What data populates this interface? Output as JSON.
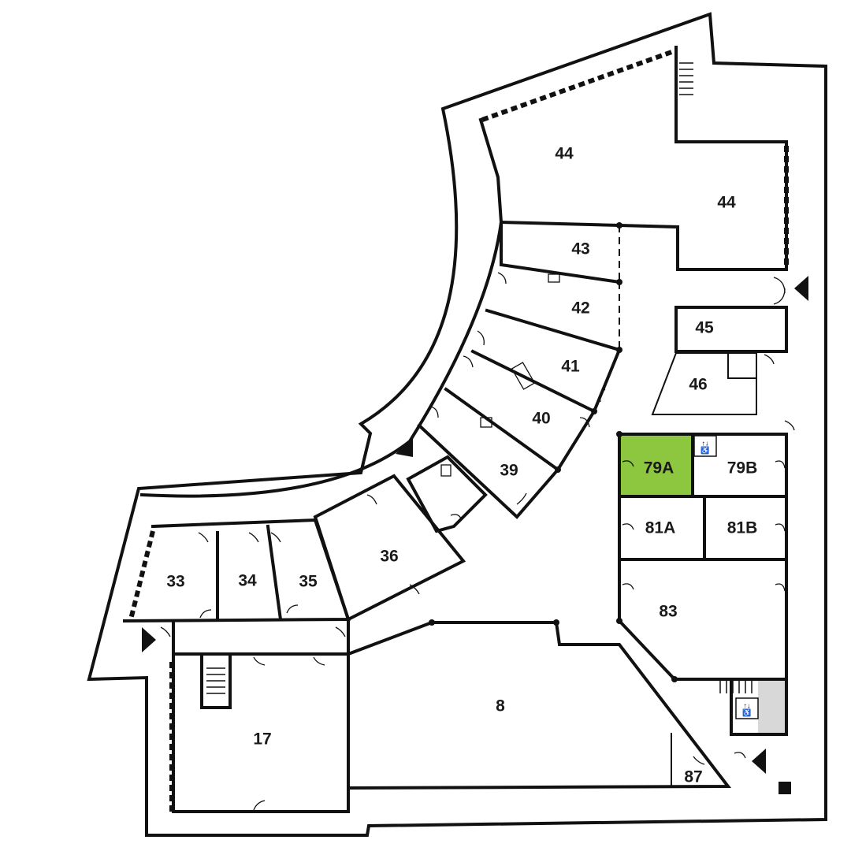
{
  "map": {
    "highlight_color": "#8dc63f",
    "wall_color": "#111111",
    "background": "#ffffff",
    "selected_room": "79A",
    "rooms": [
      {
        "id": "44",
        "label": "44"
      },
      {
        "id": "44b",
        "label": "44"
      },
      {
        "id": "43",
        "label": "43"
      },
      {
        "id": "42",
        "label": "42"
      },
      {
        "id": "41",
        "label": "41"
      },
      {
        "id": "40",
        "label": "40"
      },
      {
        "id": "39",
        "label": "39"
      },
      {
        "id": "45",
        "label": "45"
      },
      {
        "id": "46",
        "label": "46"
      },
      {
        "id": "79A",
        "label": "79A",
        "highlighted": true
      },
      {
        "id": "79B",
        "label": "79B"
      },
      {
        "id": "81A",
        "label": "81A"
      },
      {
        "id": "81B",
        "label": "81B"
      },
      {
        "id": "83",
        "label": "83"
      },
      {
        "id": "36",
        "label": "36"
      },
      {
        "id": "35",
        "label": "35"
      },
      {
        "id": "34",
        "label": "34"
      },
      {
        "id": "33",
        "label": "33"
      },
      {
        "id": "17",
        "label": "17"
      },
      {
        "id": "8",
        "label": "8"
      },
      {
        "id": "87",
        "label": "87"
      }
    ],
    "icons": [
      {
        "name": "elevator-icon"
      },
      {
        "name": "elevator-icon-south"
      },
      {
        "name": "atm-icon"
      },
      {
        "name": "desk-icon"
      },
      {
        "name": "entrance-marker-icon"
      },
      {
        "name": "stairs-icon"
      }
    ]
  }
}
